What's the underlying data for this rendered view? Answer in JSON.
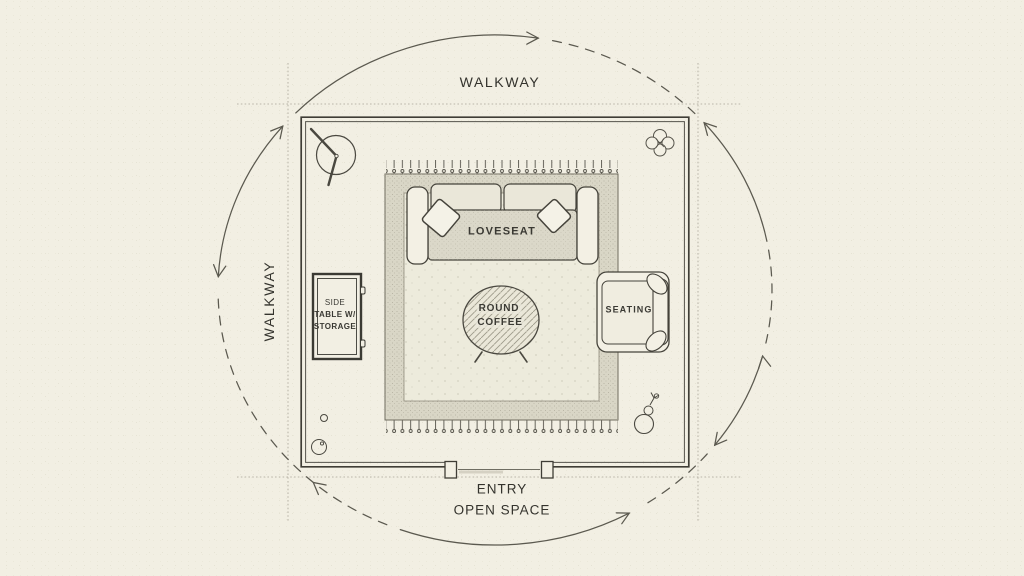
{
  "palette": {
    "background": "#f2efe3",
    "ink": "#3f3d36",
    "soft_line": "#5b594f",
    "construction_line": "#a8a496",
    "rug_border": "#d9d6c6",
    "rug_field": "#edebdc",
    "cushion_gray": "#dbd8c9",
    "furniture_fill": "#f3f0e4"
  },
  "zones": {
    "walkway_top": "WALKWAY",
    "walkway_left": "WALKWAY",
    "entry": "ENTRY",
    "open_space": "OPEN SPACE"
  },
  "furniture": {
    "loveseat": {
      "label": "LOVESEAT"
    },
    "accent_chair": {
      "label": "SEATING"
    },
    "coffee_table": {
      "label_line1": "ROUND",
      "label_line2": "COFFEE"
    },
    "side_table": {
      "label_line1": "SIDE",
      "label_line2": "TABLE W/",
      "label_line3": "STORAGE"
    }
  },
  "icons": {
    "clock": "wall-clock-icon",
    "flower": "flower-icon",
    "plant": "potted-plant-icon",
    "circulation": "dashed-circulation-arrows"
  }
}
